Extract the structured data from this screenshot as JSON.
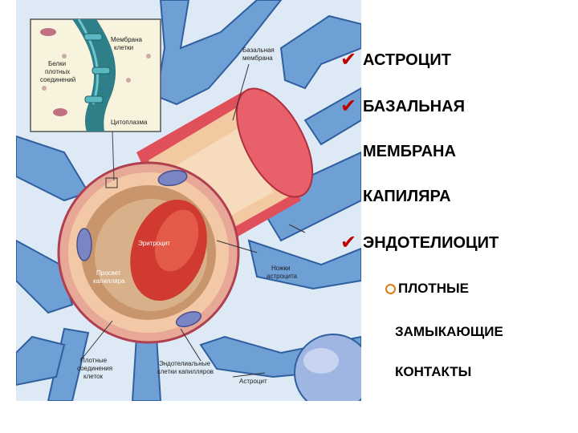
{
  "diagram": {
    "inset_labels": {
      "membrane": [
        "Мембрана",
        "клетки"
      ],
      "tight_proteins": [
        "Белки",
        "плотных",
        "соединений"
      ],
      "cytoplasm": "Цитоплазма"
    },
    "labels": {
      "basal_membrane": [
        "Базальная",
        "мембрана"
      ],
      "erythrocyte": "Эритроцит",
      "lumen": [
        "Просвет",
        "капилляра"
      ],
      "astrocyte_feet": [
        "Ножки",
        "астроцита"
      ],
      "tight_junctions": [
        "Плотные",
        "соединения",
        "клеток"
      ],
      "endothelial_cells": [
        "Эндотелиальные",
        "клетки капилляров"
      ],
      "astrocyte": "Астроцит"
    }
  },
  "bullets": {
    "check_mark": "✔",
    "line1": "АСТРОЦИТ",
    "line2": "БАЗАЛЬНАЯ",
    "line3": "МЕМБРАНА",
    "line4": "КАПИЛЯРА",
    "line5": "ЭНДОТЕЛИОЦИТ",
    "line6": "ПЛОТНЫЕ",
    "line7": "ЗАМЫКАЮЩИЕ",
    "line8": "КОНТАКТЫ"
  },
  "colors": {
    "astrocyte_blue": "#6ea0d6",
    "astrocyte_outline": "#2f5f9e",
    "background": "#dde9f5",
    "basal_membrane_red": "#e0505a",
    "erythrocyte_red": "#d03a30",
    "check_red": "#c00000",
    "ring_orange": "#e07a10"
  }
}
